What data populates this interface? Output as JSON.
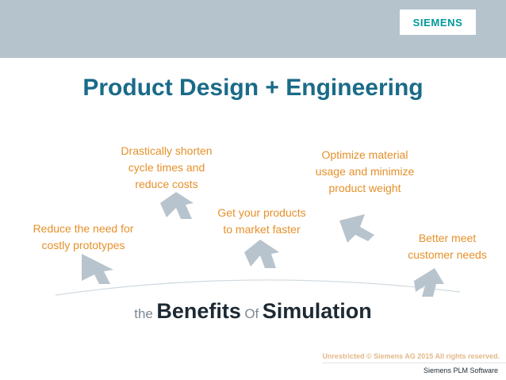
{
  "header": {
    "logo_text": "SIEMENS"
  },
  "slide": {
    "title": "Product Design + Engineering"
  },
  "benefits": {
    "reduce_prototypes": [
      "Reduce the need for",
      "costly prototypes"
    ],
    "shorten_cycle": [
      "Drastically shorten",
      "cycle times and",
      "reduce costs"
    ],
    "time_to_market": [
      "Get your products",
      "to market faster"
    ],
    "optimize_material": [
      "Optimize material",
      "usage and minimize",
      "product weight"
    ],
    "customer_needs": [
      "Better meet",
      "customer needs"
    ]
  },
  "subtitle": {
    "word_the": "the",
    "word_benefits": "Benefits",
    "word_of": "Of",
    "word_simulation": "Simulation"
  },
  "footer": {
    "copyright": "Unrestricted © Siemens AG 2015 All rights reserved.",
    "software": "Siemens PLM Software"
  },
  "colors": {
    "header_bar": "#b5c3cd",
    "brand_teal": "#009999",
    "title_blue": "#1a6b88",
    "benefit_orange": "#e6902a",
    "arrow_gray": "#b8c4cd"
  },
  "icons": [
    "up-arrow-icon"
  ]
}
